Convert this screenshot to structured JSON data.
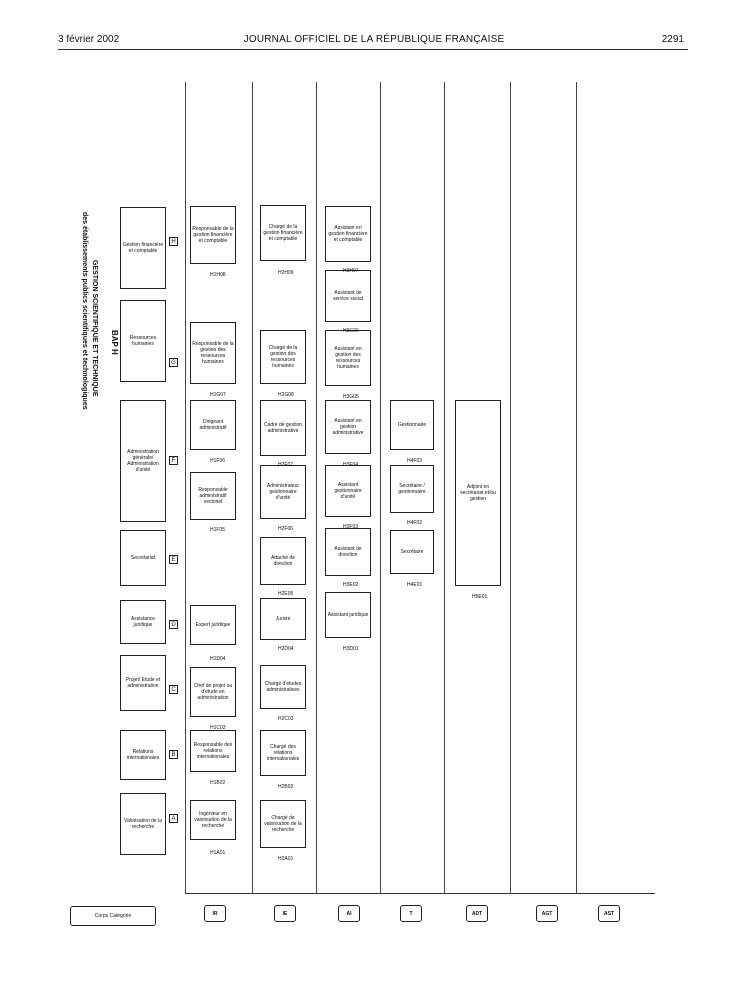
{
  "header": {
    "date": "3 février 2002",
    "title": "JOURNAL OFFICIEL DE LA RÉPUBLIQUE FRANÇAISE",
    "page": "2291"
  },
  "chart": {
    "title": "BAP H",
    "subtitle1": "GESTION SCIENTIFIQUE ET TECHNIQUE",
    "subtitle2": "des établissements publics scientifiques et technologiques"
  },
  "domains": [
    {
      "letter": "A",
      "label": "Valorisation de la recherche"
    },
    {
      "letter": "B",
      "label": "Relations internationales"
    },
    {
      "letter": "C",
      "label": "Projet/ Etude et administration"
    },
    {
      "letter": "D",
      "label": "Assistance juridique"
    },
    {
      "letter": "E",
      "label": "Secrétariat"
    },
    {
      "letter": "F",
      "label": "Administration générale/ Administration d'unité"
    },
    {
      "letter": "G",
      "label": "Ressources humaines"
    },
    {
      "letter": "H",
      "label": "Gestion financière et comptable"
    }
  ],
  "categories": [
    "Corps Catégorie",
    "IR",
    "IE",
    "AI",
    "T",
    "ADT",
    "AGT",
    "AST"
  ],
  "jobs": [
    {
      "label": "Ingénieur en valorisation de la recherche",
      "code": "H1A01"
    },
    {
      "label": "Responsable des relations internationales",
      "code": "H1B02"
    },
    {
      "label": "Chef de projet ou d'étude en administration",
      "code": "H1C03"
    },
    {
      "label": "Expert juridique",
      "code": "H1D04"
    },
    {
      "label": "Responsable administratif sectoriel",
      "code": "H1F05"
    },
    {
      "label": "Dirigeant administratif",
      "code": "H1F06"
    },
    {
      "label": "Responsable de la gestion des ressources humaines",
      "code": "H1G07"
    },
    {
      "label": "Responsable de la gestion financière et comptable",
      "code": "H1H08"
    },
    {
      "label": "Chargé de valorisation de la recherche",
      "code": "H2A01"
    },
    {
      "label": "Chargé des relations internationales",
      "code": "H2B02"
    },
    {
      "label": "Chargé d'études administratives",
      "code": "H2C03"
    },
    {
      "label": "Juriste",
      "code": "H2D04"
    },
    {
      "label": "Attaché de direction",
      "code": "H2E05"
    },
    {
      "label": "Administrateur gestionnaire d'unité",
      "code": "H2F06"
    },
    {
      "label": "Cadre de gestion administrative",
      "code": "H2F07"
    },
    {
      "label": "Chargé de la gestion des ressources humaines",
      "code": "H2G08"
    },
    {
      "label": "Chargé de la gestion financière et comptable",
      "code": "H2H09"
    },
    {
      "label": "Assistant juridique",
      "code": "H3D01"
    },
    {
      "label": "Assistant de direction",
      "code": "H3E02"
    },
    {
      "label": "Assistant gestionnaire d'unité",
      "code": "H3F03"
    },
    {
      "label": "Assistant en gestion administrative",
      "code": "H3F04"
    },
    {
      "label": "Assistant en gestion des ressources humaines",
      "code": "H3G05"
    },
    {
      "label": "Assistant de service social",
      "code": "H3G06"
    },
    {
      "label": "Assistant en gestion financière et comptable",
      "code": "H3H07"
    },
    {
      "label": "Secrétaire",
      "code": "H4E01"
    },
    {
      "label": "Secrétaire / gestionnaire",
      "code": "H4F02"
    },
    {
      "label": "Gestionnaire",
      "code": "H4F03"
    },
    {
      "label": "Adjoint en secrétariat et/ou gestion",
      "code": "H5E01"
    }
  ]
}
